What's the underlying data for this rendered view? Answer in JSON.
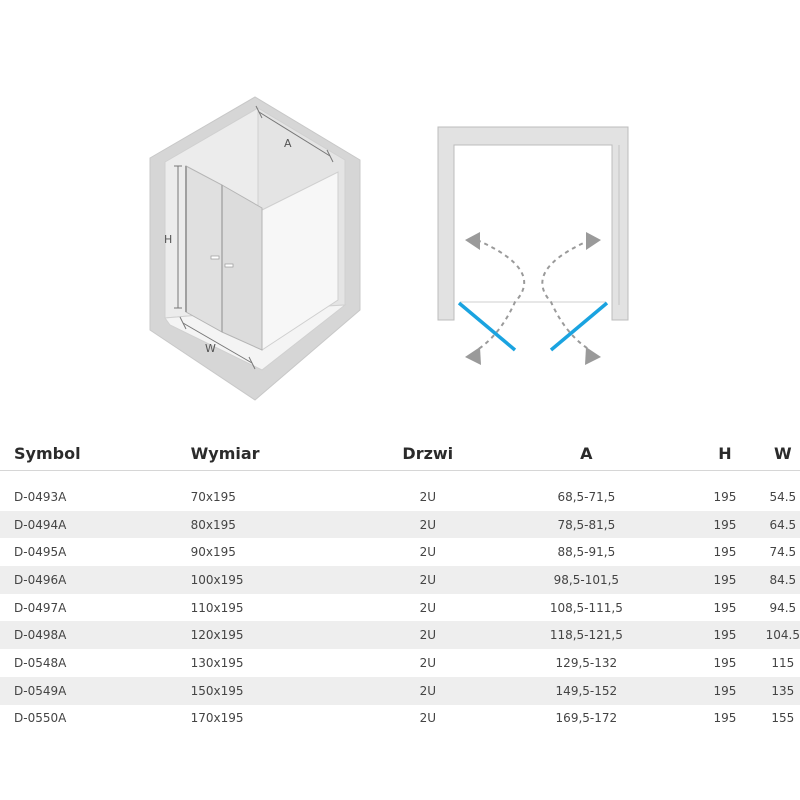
{
  "diagram": {
    "label_a": "A",
    "label_h": "H",
    "label_w": "W"
  },
  "table": {
    "headers": [
      "Symbol",
      "Wymiar",
      "Drzwi",
      "A",
      "H",
      "W"
    ],
    "rows": [
      [
        "D-0493A",
        "70x195",
        "2U",
        "68,5-71,5",
        "195",
        "54.5"
      ],
      [
        "D-0494A",
        "80x195",
        "2U",
        "78,5-81,5",
        "195",
        "64.5"
      ],
      [
        "D-0495A",
        "90x195",
        "2U",
        "88,5-91,5",
        "195",
        "74.5"
      ],
      [
        "D-0496A",
        "100x195",
        "2U",
        "98,5-101,5",
        "195",
        "84.5"
      ],
      [
        "D-0497A",
        "110x195",
        "2U",
        "108,5-111,5",
        "195",
        "94.5"
      ],
      [
        "D-0498A",
        "120x195",
        "2U",
        "118,5-121,5",
        "195",
        "104.5"
      ],
      [
        "D-0548A",
        "130x195",
        "2U",
        "129,5-132",
        "195",
        "115"
      ],
      [
        "D-0549A",
        "150x195",
        "2U",
        "149,5-152",
        "195",
        "135"
      ],
      [
        "D-0550A",
        "170x195",
        "2U",
        "169,5-172",
        "195",
        "155"
      ]
    ]
  },
  "colors": {
    "door_blue": "#1aa3e0",
    "wall_gray": "#d9d9d9",
    "arrow_gray": "#9a9a9a"
  }
}
